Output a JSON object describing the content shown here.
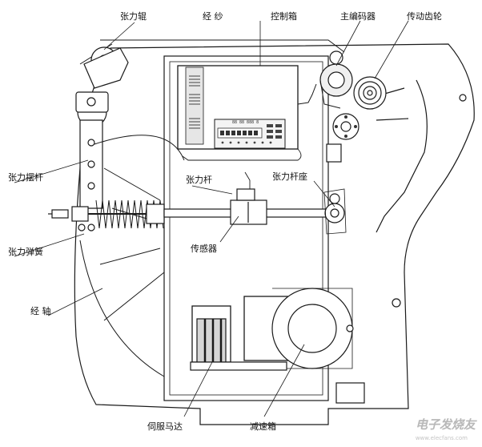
{
  "labels": {
    "tension_roller": "张力辊",
    "warp_yarn": "经 纱",
    "control_box": "控制箱",
    "main_encoder": "主编码器",
    "drive_gear": "传动齿轮",
    "tension_swing_lever": "张力摆杆",
    "tension_rod": "张力杆",
    "tension_rod_seat": "张力杆座",
    "tension_spring": "张力弹簧",
    "sensor": "传感器",
    "warp_beam": "经 轴",
    "servo_motor": "伺服马达",
    "reducer": "减速箱"
  },
  "control_panel": {
    "display_text": "88 88 888 8"
  },
  "watermark": {
    "text": "电子发烧友",
    "subtext": "www.elecfans.com"
  },
  "colors": {
    "line": "#1a1a1a",
    "fill_gray": "#d6d6d6",
    "background": "#ffffff",
    "watermark": "#b8b8b8"
  }
}
